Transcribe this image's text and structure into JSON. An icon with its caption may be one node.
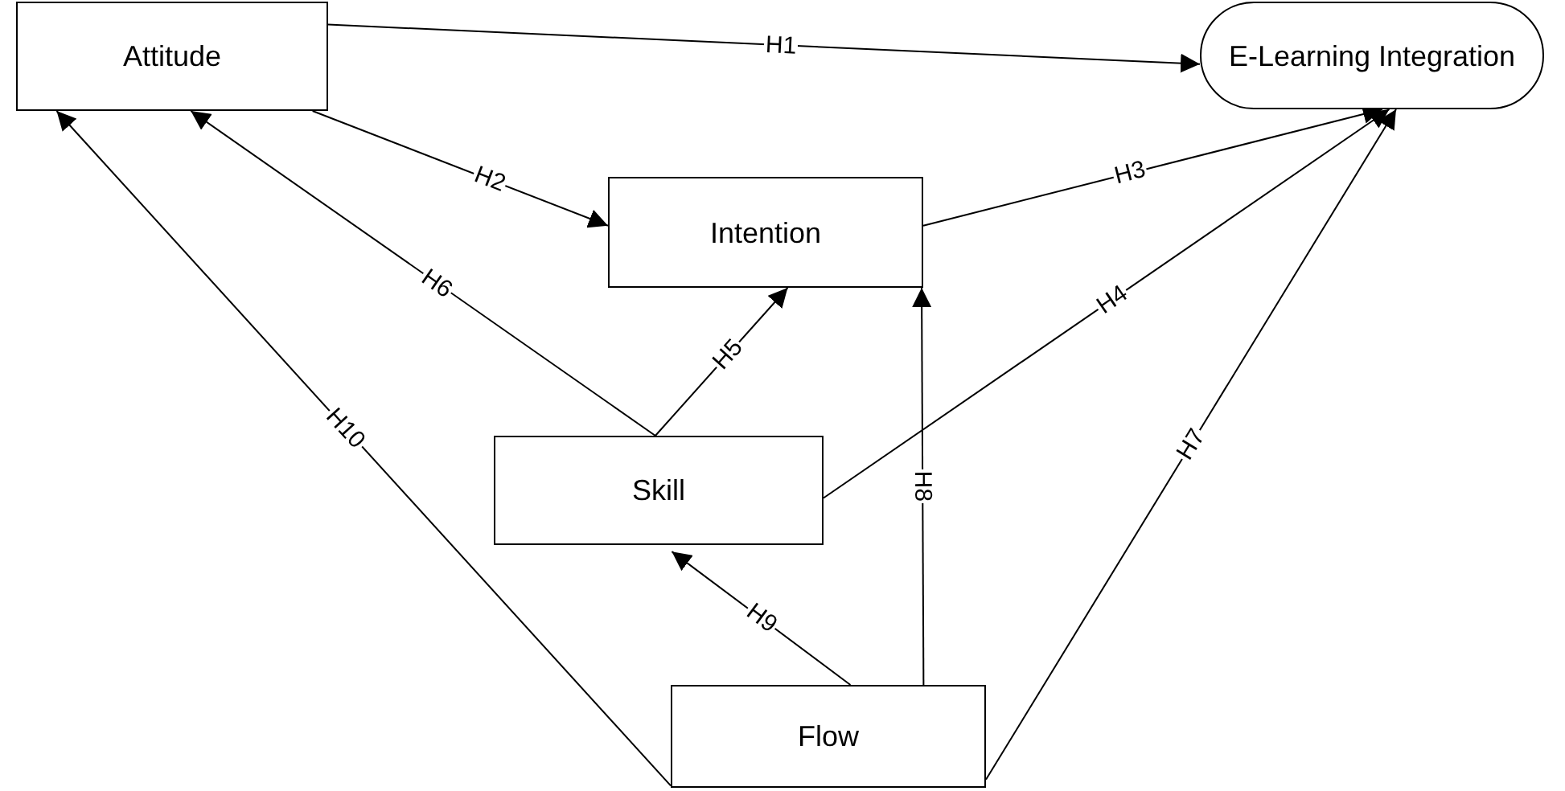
{
  "diagram": {
    "nodes": [
      {
        "text": [
          "Attitude"
        ]
      },
      {
        "text": [
          "E-Learning Integration"
        ]
      },
      {
        "text": [
          "Intention"
        ]
      },
      {
        "text": [
          "Skill"
        ]
      },
      {
        "text": [
          "Flow"
        ]
      }
    ],
    "edges": [
      {
        "from": 0,
        "to": 1,
        "arrow": "to",
        "label": "H1"
      },
      {
        "from": 0,
        "to": 2,
        "arrow": "to",
        "label": "H2"
      },
      {
        "from": 2,
        "to": 1,
        "arrow": "to",
        "label": "H3"
      },
      {
        "from": 3,
        "to": 1,
        "arrow": "to",
        "label": "H4"
      },
      {
        "from": 3,
        "to": 2,
        "arrow": "to",
        "label": "H5"
      },
      {
        "from": 3,
        "to": 0,
        "arrow": "to",
        "label": "H6"
      },
      {
        "from": 4,
        "to": 1,
        "arrow": "to",
        "label": "H7"
      },
      {
        "from": 4,
        "to": 2,
        "arrow": "to",
        "label": "H8"
      },
      {
        "from": 4,
        "to": 3,
        "arrow": "to",
        "label": "H9"
      },
      {
        "from": 4,
        "to": 0,
        "arrow": "to",
        "label": "H10"
      }
    ]
  }
}
